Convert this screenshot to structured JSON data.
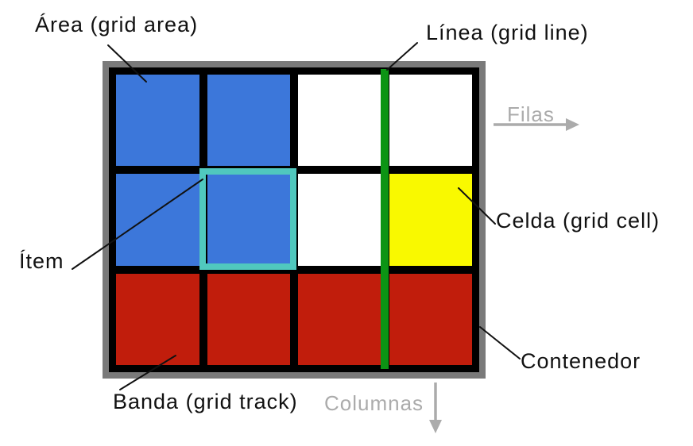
{
  "labels": {
    "area": "Área (grid area)",
    "linea": "Línea (grid line)",
    "filas": "Filas",
    "celda": "Celda (grid cell)",
    "item": "Ítem",
    "contenedor": "Contenedor",
    "banda": "Banda (grid track)",
    "columnas": "Columnas"
  },
  "colors": {
    "blue": "#3C77DA",
    "white": "#FFFFFF",
    "red": "#C11D0C",
    "yellow": "#F9F900",
    "green_line": "#0C9414",
    "item_border": "#50C8BE",
    "container": "#7A7A7A",
    "grid_lines": "#000000",
    "muted_text": "#ABABAB",
    "label_text": "#111111"
  },
  "grid": {
    "columns": 4,
    "rows": 3,
    "cells": [
      {
        "row": 1,
        "col": 1,
        "color": "blue"
      },
      {
        "row": 1,
        "col": 2,
        "color": "blue"
      },
      {
        "row": 1,
        "col": 3,
        "color": "white"
      },
      {
        "row": 1,
        "col": 4,
        "color": "white"
      },
      {
        "row": 2,
        "col": 1,
        "color": "blue"
      },
      {
        "row": 2,
        "col": 2,
        "color": "blue",
        "item": true
      },
      {
        "row": 2,
        "col": 3,
        "color": "white"
      },
      {
        "row": 2,
        "col": 4,
        "color": "yellow"
      },
      {
        "row": 3,
        "col": 1,
        "color": "red"
      },
      {
        "row": 3,
        "col": 2,
        "color": "red"
      },
      {
        "row": 3,
        "col": 3,
        "color": "red"
      },
      {
        "row": 3,
        "col": 4,
        "color": "red"
      }
    ],
    "highlighted_item": {
      "row": 2,
      "col": 2
    },
    "highlighted_grid_line": {
      "between_columns": [
        3,
        4
      ]
    }
  }
}
